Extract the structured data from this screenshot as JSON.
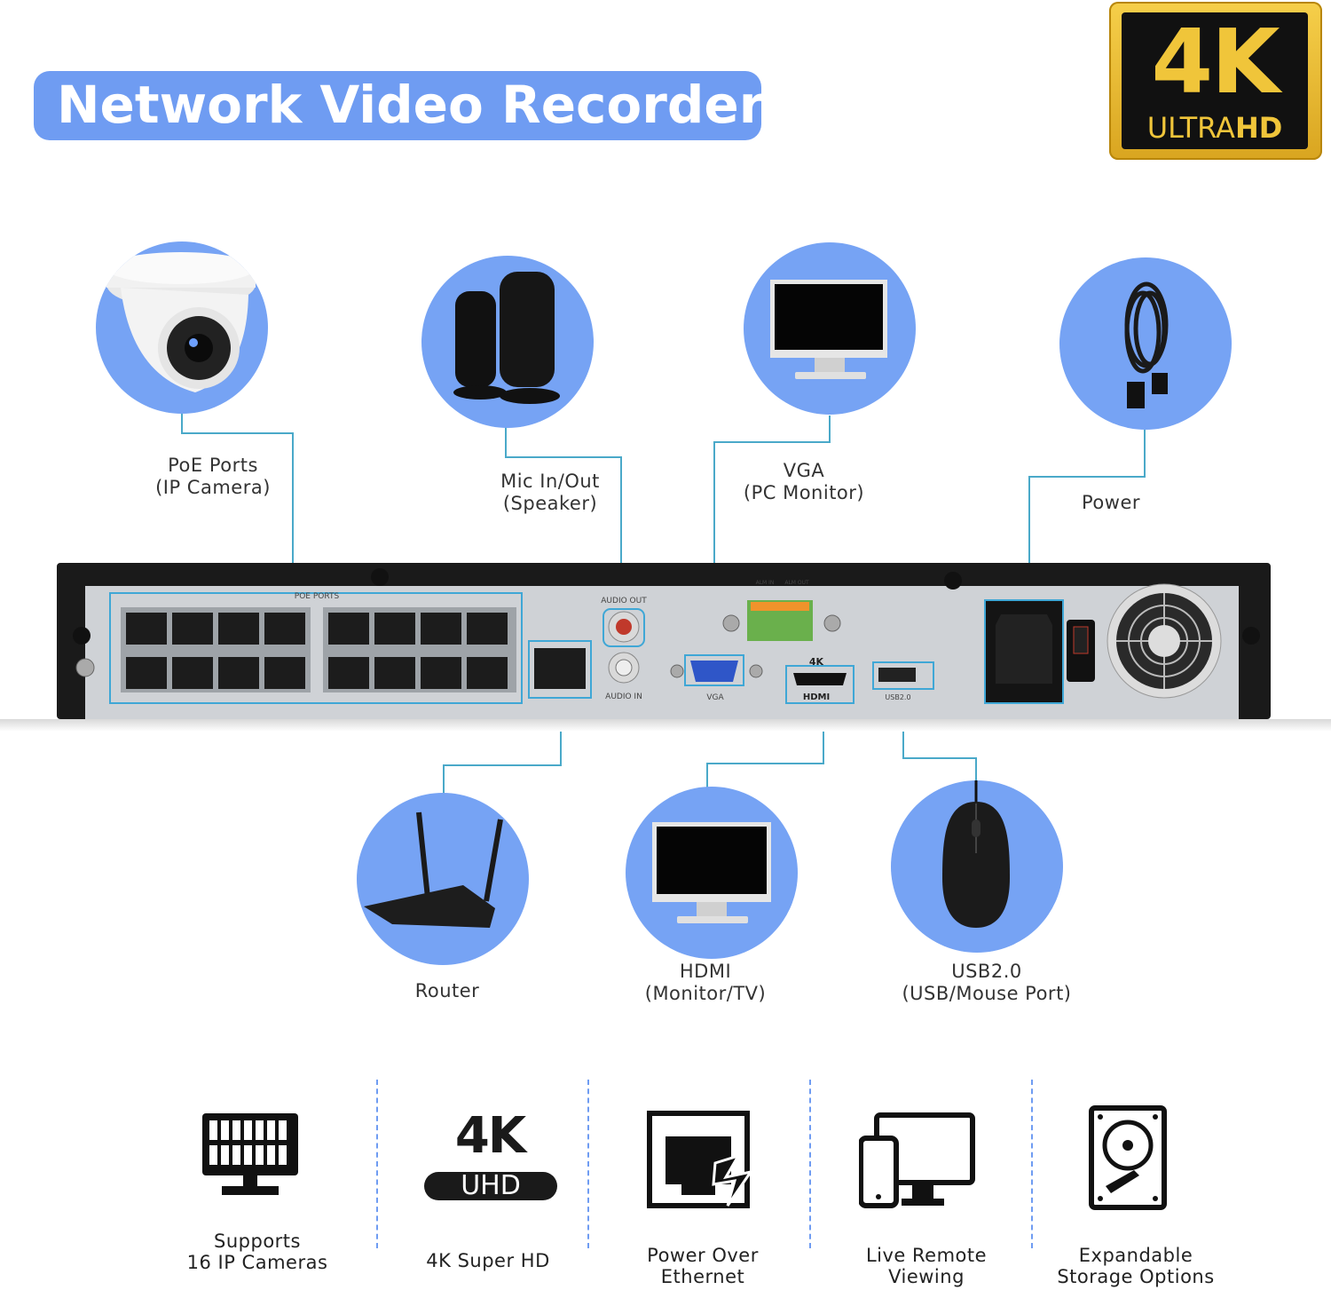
{
  "title": "Network Video Recorder",
  "badge": {
    "big": "4K",
    "ultra": "ULTRA",
    "hd": "HD"
  },
  "callouts": {
    "poe": "PoE Ports\n(IP Camera)",
    "mic": "Mic In/Out\n(Speaker)",
    "vga": "VGA\n(PC Monitor)",
    "power": "Power",
    "router": "Router",
    "hdmi": "HDMI\n(Monitor/TV)",
    "usb": "USB2.0\n(USB/Mouse Port)"
  },
  "panel": {
    "poe_ports": "POE PORTS",
    "audio_out": "AUDIO OUT",
    "audio_in": "AUDIO IN",
    "vga": "VGA",
    "hdmi_4k": "4K",
    "hdmi": "HDMI",
    "usb": "USB2.0",
    "alm_in": "ALM IN",
    "alm_out": "ALM OUT"
  },
  "features": [
    {
      "label": "Supports\n16 IP Cameras"
    },
    {
      "label": "4K Super HD",
      "icon_top": "4K",
      "icon_bottom": "UHD"
    },
    {
      "label": "Power Over\nEthernet"
    },
    {
      "label": "Live Remote\nViewing"
    },
    {
      "label": "Expandable\nStorage Options"
    }
  ],
  "colors": {
    "accent": "#6f9cf2",
    "circle": "#76a3f4",
    "line": "#4aa9c9",
    "gold": "#f0c53a"
  }
}
